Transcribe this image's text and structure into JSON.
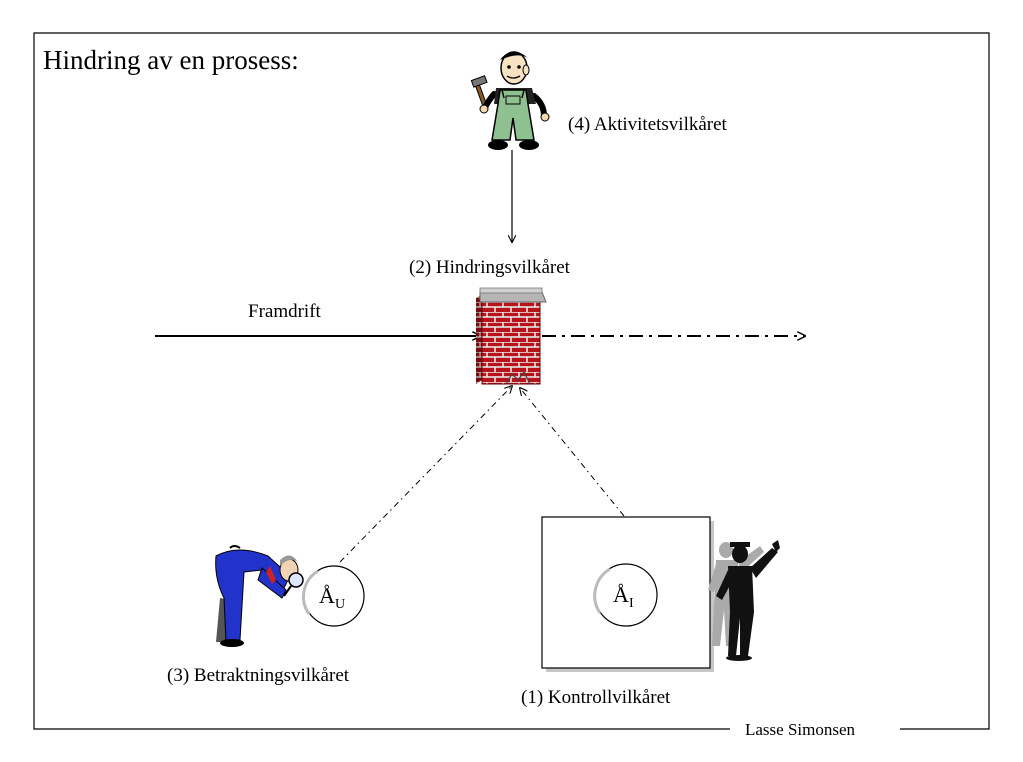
{
  "title": "Hindring av en prosess:",
  "labels": {
    "activity": "(4) Aktivitetsvilkåret",
    "obstacle": "(2) Hindringsvilkåret",
    "progress": "Framdrift",
    "observation": "(3) Betraktningsvilkåret",
    "control": "(1) Kontrollvilkåret"
  },
  "circles": {
    "observation": {
      "main": "Å",
      "sub": "U"
    },
    "control": {
      "main": "Å",
      "sub": "I"
    }
  },
  "footer": "Lasse Simonsen",
  "colors": {
    "brick": "#b8121a",
    "mortar": "#e8e8e8",
    "cap": "#b0b0b0",
    "overalls": "#8fc08f",
    "suit": "#2233cc",
    "silhouette": "#111111",
    "shadow": "#aaaaaa"
  },
  "icons": [
    "worker-with-hammer-icon",
    "brick-wall-icon",
    "inspector-with-magnifier-icon",
    "police-officer-silhouette-icon"
  ]
}
